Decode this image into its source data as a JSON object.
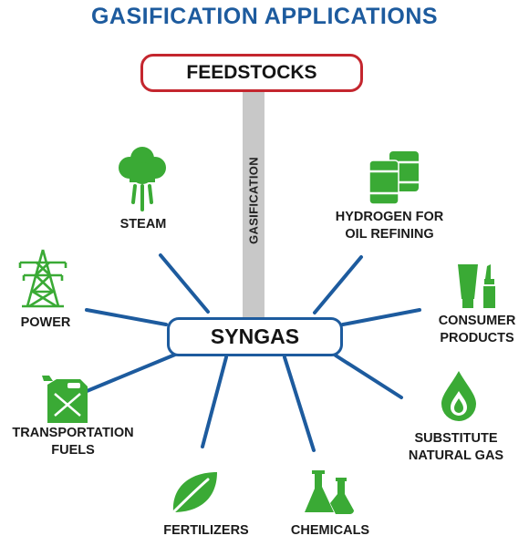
{
  "title": "GASIFICATION APPLICATIONS",
  "feedstocks": "FEEDSTOCKS",
  "process": "GASIFICATION",
  "syngas": "SYNGAS",
  "colors": {
    "blue": "#1d5b9e",
    "red": "#c4262e",
    "green": "#3aaa35",
    "gray": "#c8c8c8"
  },
  "applications": {
    "steam": {
      "label": "STEAM",
      "icon": "cloud-steam-icon"
    },
    "hydrogen": {
      "line1": "HYDROGEN FOR",
      "line2": "OIL REFINING",
      "icon": "oil-barrels-icon"
    },
    "power": {
      "label": "POWER",
      "icon": "power-tower-icon"
    },
    "consumer": {
      "line1": "CONSUMER",
      "line2": "PRODUCTS",
      "icon": "tube-lipstick-icon"
    },
    "transportation": {
      "line1": "TRANSPORTATION",
      "line2": "FUELS",
      "icon": "jerry-can-icon"
    },
    "sng": {
      "line1": "SUBSTITUTE",
      "line2": "NATURAL GAS",
      "icon": "gas-drop-icon"
    },
    "fertilizers": {
      "label": "FERTILIZERS",
      "icon": "leaf-icon"
    },
    "chemicals": {
      "label": "CHEMICALS",
      "icon": "flasks-icon"
    }
  }
}
